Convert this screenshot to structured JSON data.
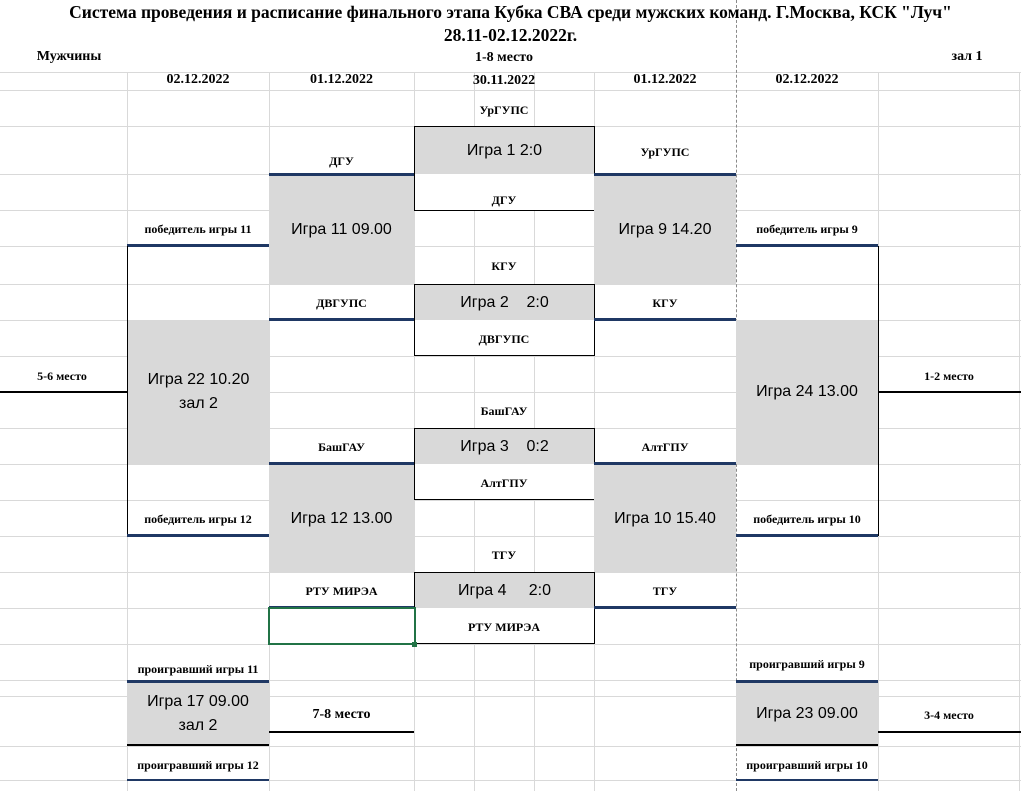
{
  "title_line1": "Система проведения и расписание финального этапа Кубка СВА среди мужских команд. Г.Москва, КСК \"Луч\"",
  "title_line2": "28.11-02.12.2022г.",
  "gender": "Мужчины",
  "bracket_label": "1-8 место",
  "hall": "зал 1",
  "dates": [
    "02.12.2022",
    "01.12.2022",
    "30.11.2022",
    "01.12.2022",
    "02.12.2022"
  ],
  "games": {
    "g1": {
      "label": "Игра 1 2:0",
      "team_top": "УрГУПС",
      "team_bottom": "ДГУ"
    },
    "g2": {
      "label": "Игра 2    2:0",
      "team_top": "КГУ",
      "team_bottom": "ДВГУПС"
    },
    "g3": {
      "label": "Игра 3    0:2",
      "team_top": "БашГАУ",
      "team_bottom": "АлтГПУ"
    },
    "g4": {
      "label": "Игра 4     2:0",
      "team_top": "ТГУ",
      "team_bottom": "РТУ МИРЭА"
    },
    "g11": {
      "label": "Игра 11 09.00",
      "team_top": "ДГУ",
      "team_bottom": "ДВГУПС"
    },
    "g12": {
      "label": "Игра 12 13.00",
      "team_top": "БашГАУ",
      "team_bottom": "РТУ МИРЭА"
    },
    "g9": {
      "label": "Игра 9 14.20",
      "team_top": "УрГУПС",
      "team_bottom": "КГУ"
    },
    "g10": {
      "label": "Игра 10 15.40",
      "team_top": "АлтГПУ",
      "team_bottom": "ТГУ"
    },
    "g22": {
      "line1": "Игра 22 10.20",
      "line2": "зал 2",
      "top": "победитель игры 11",
      "bottom": "победитель игры 12",
      "result": "5-6 место"
    },
    "g24": {
      "label": "Игра 24 13.00",
      "top": "победитель игры 9",
      "bottom": "победитель игры 10",
      "result": "1-2 место"
    },
    "g17": {
      "line1": "Игра 17 09.00",
      "line2": "зал 2",
      "top": "проигравший игры 11",
      "bottom": "проигравший игры 12",
      "result": "7-8 место"
    },
    "g23": {
      "label": "Игра 23 09.00",
      "top": "проигравший игры 9",
      "bottom": "проигравший игры 10",
      "result": "3-4 место"
    }
  }
}
